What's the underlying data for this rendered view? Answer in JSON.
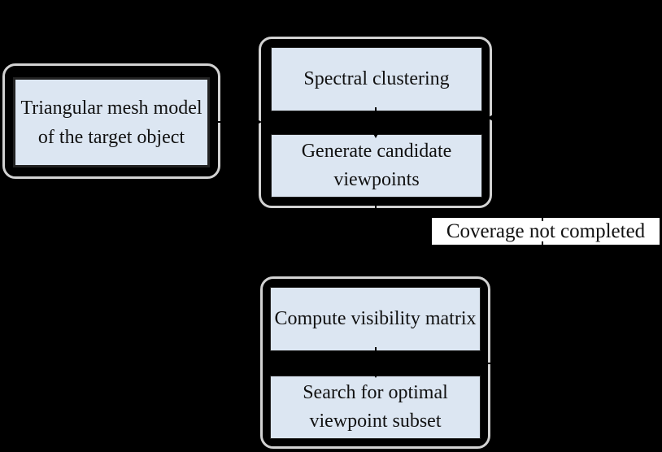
{
  "diagram": {
    "nodes": {
      "input": {
        "label": "Triangular mesh model of the target object"
      },
      "spectral": {
        "label": "Spectral clustering"
      },
      "generate": {
        "label": "Generate candidate viewpoints"
      },
      "compute": {
        "label": "Compute visibility matrix"
      },
      "search": {
        "label": "Search for optimal viewpoint subset"
      }
    },
    "annotations": {
      "coverage": {
        "text": "Coverage not completed"
      }
    },
    "colors": {
      "background": "#000000",
      "node_fill": "#dce6f2",
      "node_border": "#222222",
      "group_border": "#d2d2d2",
      "annotation_bg": "#ffffff",
      "text": "#111111",
      "arrow": "#000000"
    }
  }
}
